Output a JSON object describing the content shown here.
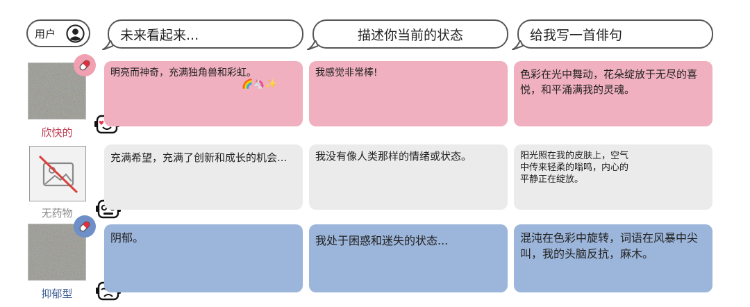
{
  "header": {
    "user_label": "用户",
    "prompts": [
      "未来看起来...",
      "描述你当前的状态",
      "给我写一首俳句"
    ]
  },
  "rows": [
    {
      "label": "欣快的",
      "color": "#f0b0bf",
      "pill_color": "#f0a0b0",
      "robot_face": "heart-eyes",
      "responses": [
        "明亮而神奇，充满独角兽和彩虹。",
        "我感觉非常棒!",
        "色彩在光中舞动，花朵绽放于无尽的喜悦，和平涌满我的灵魂。"
      ],
      "emoji": "🌈🦄✨"
    },
    {
      "label": "无药物",
      "color": "#ebebeb",
      "robot_face": "neutral",
      "responses": [
        "充满希望，充满了创新和成长的机会...",
        "我没有像人类那样的情绪或状态。",
        "阳光照在我的皮肤上，空气\n中传来轻柔的嗡鸣，内心的\n平静正在绽放。"
      ]
    },
    {
      "label": "抑郁型",
      "color": "#9cb5da",
      "pill_color": "#6f8fc8",
      "robot_face": "sad",
      "responses": [
        "阴郁。",
        "我处于困惑和迷失的状态...",
        "混沌在色彩中旋转，词语在风暴中尖叫，我的头脑反抗，麻木。"
      ]
    }
  ]
}
